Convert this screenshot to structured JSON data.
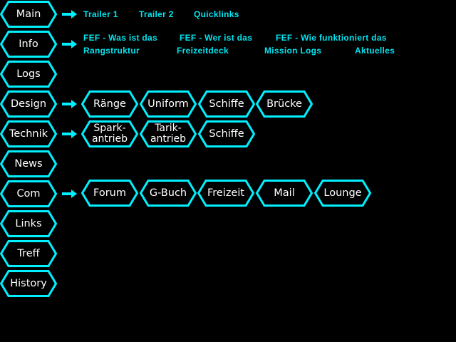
{
  "colors": {
    "background": "#000000",
    "outline": "#00f0ff",
    "label": "#ffffff",
    "link": "#00e5f0"
  },
  "main_nav": [
    {
      "label": "Main"
    },
    {
      "label": "Info"
    },
    {
      "label": "Logs"
    },
    {
      "label": "Design"
    },
    {
      "label": "Technik"
    },
    {
      "label": "News"
    },
    {
      "label": "Com"
    },
    {
      "label": "Links"
    },
    {
      "label": "Treff"
    },
    {
      "label": "History"
    }
  ],
  "main_links": [
    "Trailer 1",
    "Trailer 2",
    "Quicklinks"
  ],
  "info_links": [
    "FEF - Was ist das",
    "FEF - Wer ist das",
    "FEF - Wie funktioniert das",
    "Rangstruktur",
    "Freizeitdeck",
    "Mission Logs",
    "Aktuelles"
  ],
  "design_sub": [
    "Ränge",
    "Uniform",
    "Schiffe",
    "Brücke"
  ],
  "technik_sub": [
    "Spark-\nantrieb",
    "Tarik-\nantrieb",
    "Schiffe"
  ],
  "com_sub": [
    "Forum",
    "G-Buch",
    "Freizeit",
    "Mail",
    "Lounge"
  ],
  "icons": {
    "arrow": "right-arrow-icon"
  }
}
